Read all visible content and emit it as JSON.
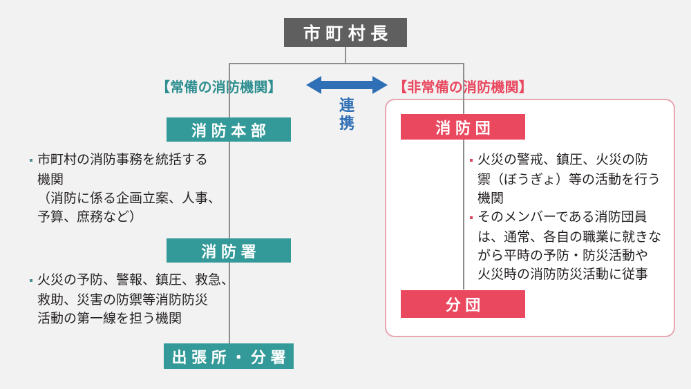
{
  "diagram": {
    "title_box": {
      "label": "市町村長"
    },
    "groups": {
      "left_label": "【常備の消防機関】",
      "right_label": "【非常備の消防機関】"
    },
    "link": {
      "label": "連携",
      "arrow_icon": "double-horizontal-arrow-icon"
    },
    "left_branch": {
      "headquarters_box": "消防本部",
      "headquarters_notes": [
        "市町村の消防事務を統括する",
        "機関",
        "（消防に係る企画立案、人事、",
        "予算、庶務など）"
      ],
      "fire_station_box": "消防署",
      "fire_station_notes": [
        "火災の予防、警報、鎮圧、救急、",
        "救助、災害の防禦等消防防災",
        "活動の第一線を担う機関"
      ],
      "branch_office_box": "出張所・分署"
    },
    "right_branch": {
      "brigade_box": "消防団",
      "brigade_notes_1": [
        "火災の警戒、鎮圧、火災の防",
        "禦（ぼうぎょ）等の活動を行う",
        "機関"
      ],
      "brigade_notes_2": [
        "そのメンバーである消防団員",
        "は、通常、各自の職業に就きな",
        "がら平時の予防・防災活動や",
        "火災時の消防防災活動に従事"
      ],
      "sub_brigade_box": "分団"
    },
    "colors": {
      "background": "#f2f2f2",
      "gray_box": "#5f5f5f",
      "teal_box": "#349a99",
      "teal_text": "#2f8f90",
      "pink_box": "#e9485f",
      "pink_text": "#e9485f",
      "pink_panel_border": "#e8a6b2",
      "connector_line": "#8d8d8d",
      "arrow_blue": "#2f6fb5",
      "body_text": "#231f20"
    }
  }
}
